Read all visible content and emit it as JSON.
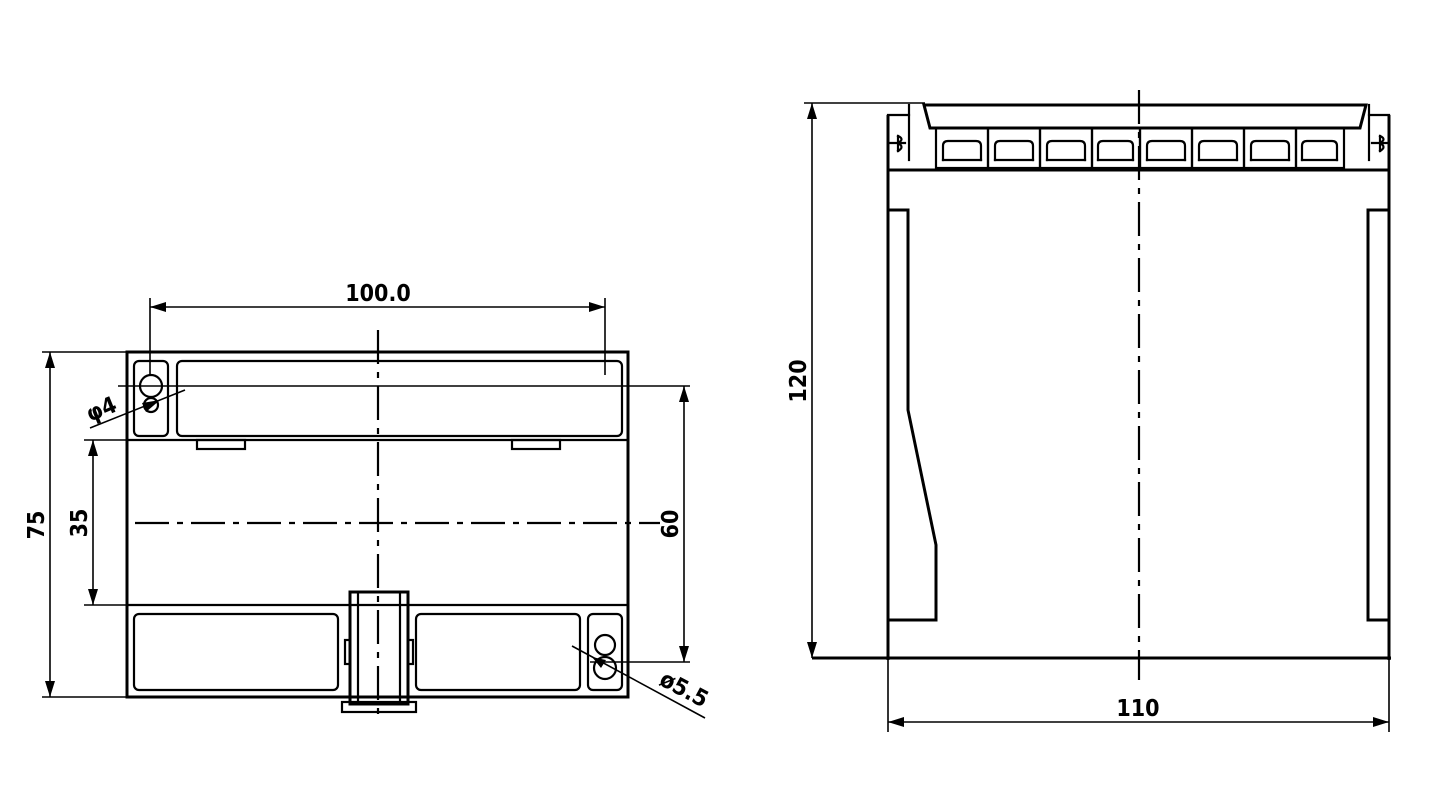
{
  "front_view": {
    "dimensions": {
      "width": "100.0",
      "height_total": "75",
      "rail": "35",
      "mount_spacing": "60",
      "hole_top": "φ4",
      "hole_bottom": "ø5.5"
    }
  },
  "side_view": {
    "dimensions": {
      "height": "120",
      "width": "110"
    },
    "terminal_count": 8
  }
}
